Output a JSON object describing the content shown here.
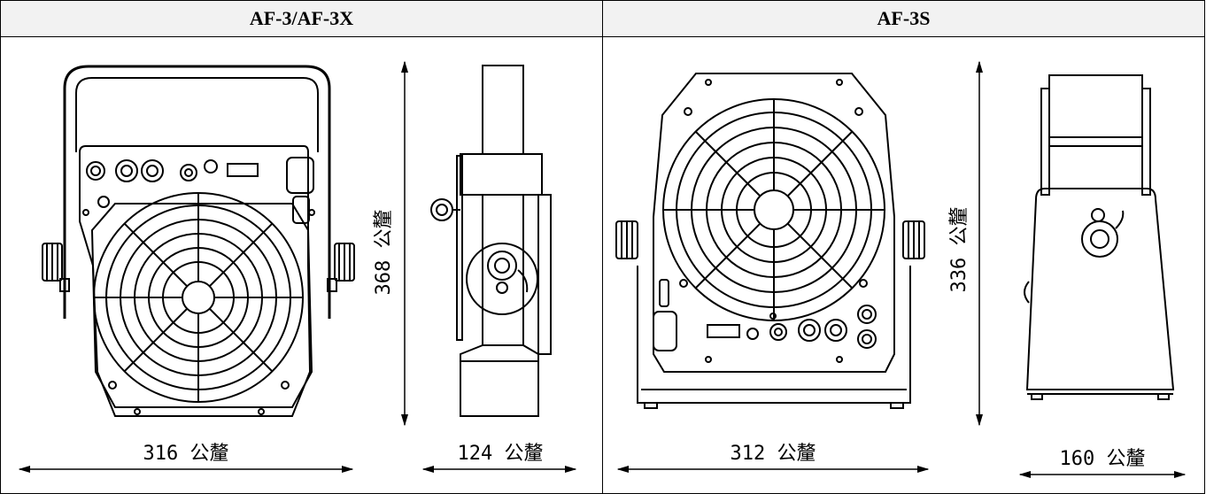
{
  "columns": [
    {
      "title": "AF-3/AF-3X"
    },
    {
      "title": "AF-3S"
    }
  ],
  "dimensions": {
    "af3_width": "316 公釐",
    "af3_height": "368 公釐",
    "af3_depth": "124 公釐",
    "af3s_width": "312 公釐",
    "af3s_height": "336 公釐",
    "af3s_depth": "160 公釐"
  }
}
